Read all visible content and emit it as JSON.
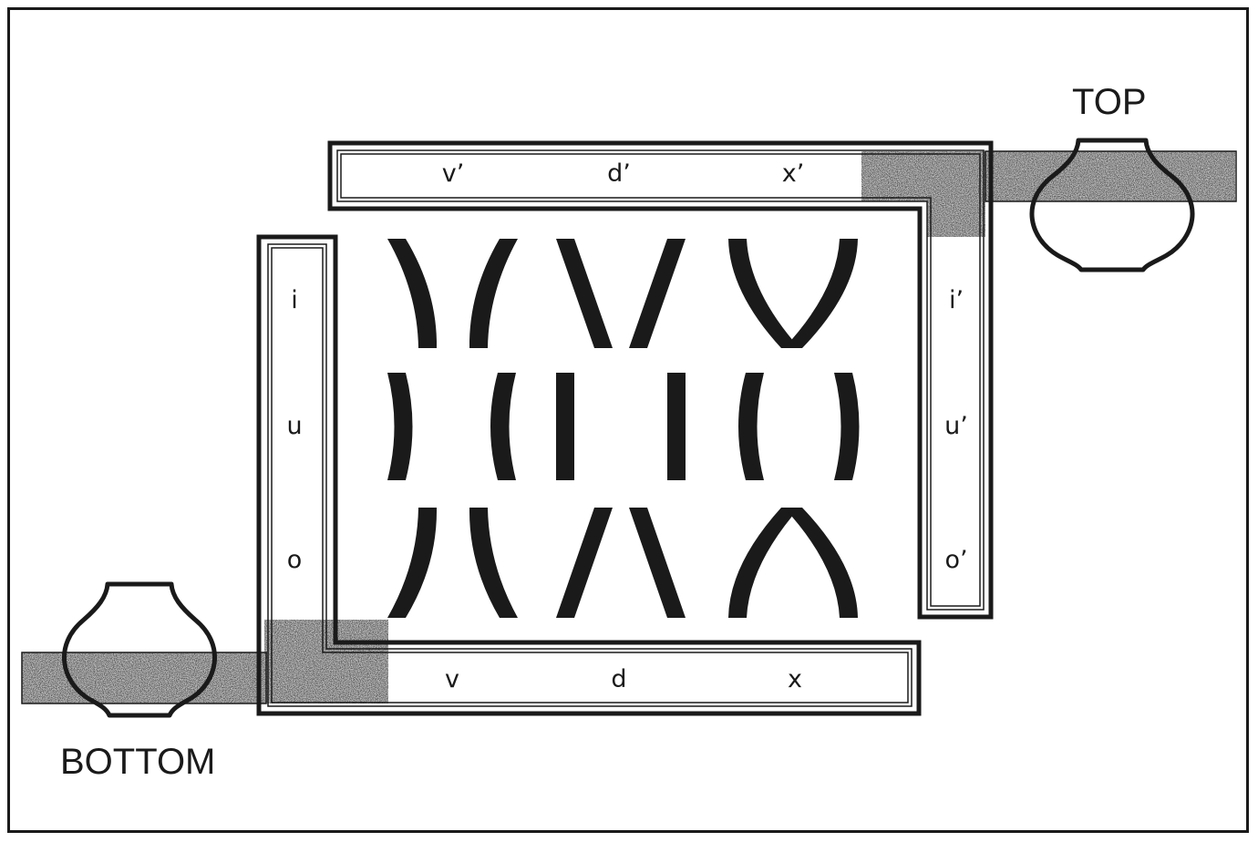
{
  "labels": {
    "top": "TOP",
    "bottom": "BOTTOM"
  },
  "top_strip": [
    "v’",
    "d’",
    "x’"
  ],
  "bottom_strip": [
    "v",
    "d",
    "x"
  ],
  "left_strip": [
    "i",
    "u",
    "o"
  ],
  "right_strip": [
    "i’",
    "u’",
    "o’"
  ],
  "colors": {
    "ink": "#1a1a1a",
    "paper": "#ffffff",
    "stipple": "#b8b8b8"
  }
}
